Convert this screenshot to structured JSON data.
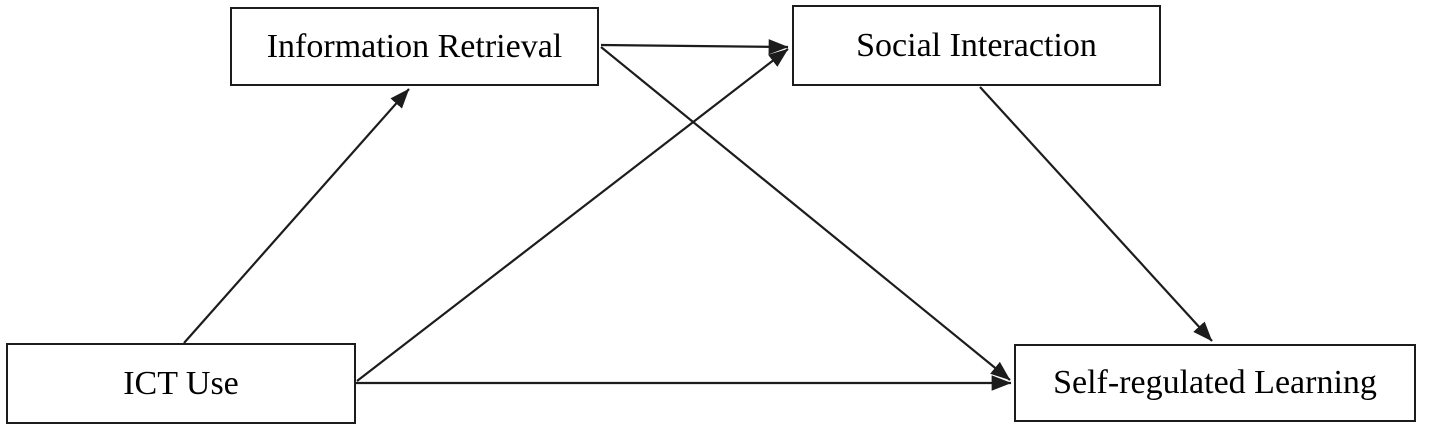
{
  "figure": {
    "type": "path-diagram",
    "background_color": "#ffffff",
    "stroke_color": "#1c1c1c",
    "text_color": "#000000"
  },
  "nodes": {
    "ict_use": {
      "label": "ICT Use"
    },
    "information_retrieval": {
      "label": "Information Retrieval"
    },
    "social_interaction": {
      "label": "Social Interaction"
    },
    "self_regulated_learning": {
      "label": "Self-regulated Learning"
    }
  },
  "edges": [
    {
      "from": "ICT Use",
      "to": "Information Retrieval",
      "style": "arrow"
    },
    {
      "from": "ICT Use",
      "to": "Social Interaction",
      "style": "arrow"
    },
    {
      "from": "ICT Use",
      "to": "Self-regulated Learning",
      "style": "arrow"
    },
    {
      "from": "Information Retrieval",
      "to": "Social Interaction",
      "style": "arrow"
    },
    {
      "from": "Information Retrieval",
      "to": "Self-regulated Learning",
      "style": "arrow"
    },
    {
      "from": "Social Interaction",
      "to": "Self-regulated Learning",
      "style": "arrow"
    }
  ]
}
